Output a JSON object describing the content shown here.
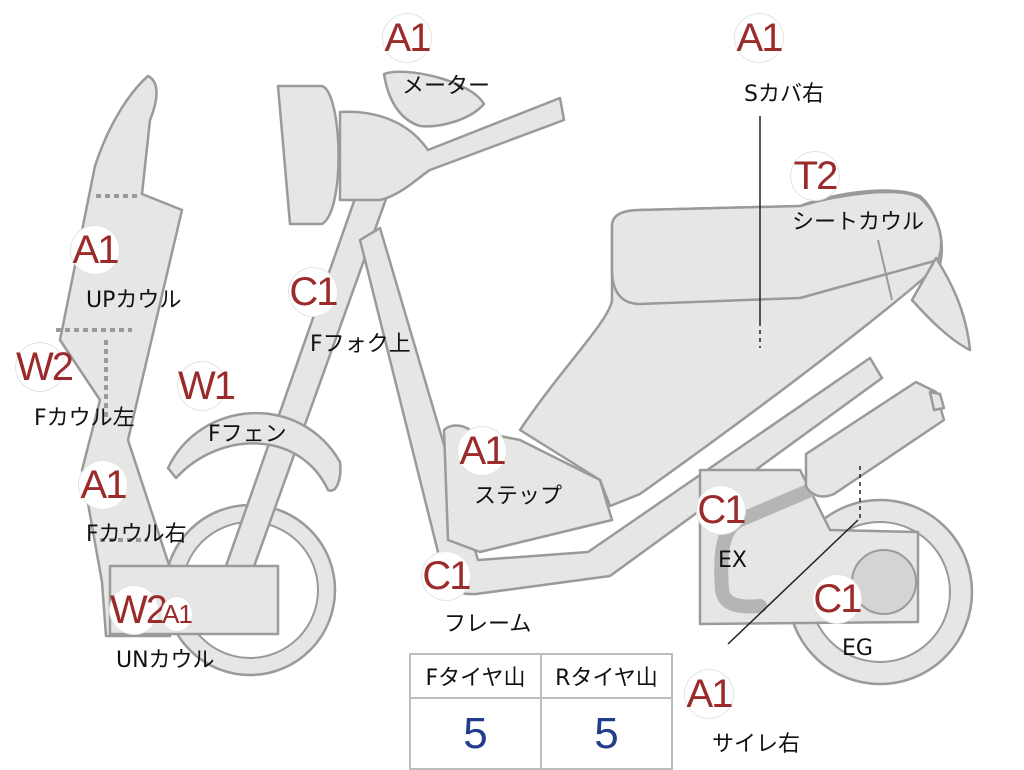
{
  "parts": [
    {
      "grade": "A1",
      "label": "メーター"
    },
    {
      "grade": "A1",
      "label": "Sカバ右"
    },
    {
      "grade": "T2",
      "label": "シートカウル"
    },
    {
      "grade": "A1",
      "label": "UPカウル"
    },
    {
      "grade": "C1",
      "label": "Fフォク上"
    },
    {
      "grade": "W2",
      "label": "Fカウル左"
    },
    {
      "grade": "W1",
      "label": "Fフェン"
    },
    {
      "grade": "A1",
      "label": "ステップ"
    },
    {
      "grade": "A1",
      "label": "Fカウル右"
    },
    {
      "grade": "C1",
      "label": "EX"
    },
    {
      "grade": "C1",
      "label": "フレーム"
    },
    {
      "grade": "C1",
      "label": "EG"
    },
    {
      "grade": "W2",
      "label": "UNカウル"
    },
    {
      "grade": "A1",
      "label": ""
    },
    {
      "grade": "A1",
      "label": "サイレ右"
    }
  ],
  "tire_table": {
    "headers": [
      "Fタイヤ山",
      "Rタイヤ山"
    ],
    "values": [
      "5",
      "5"
    ]
  },
  "colors": {
    "grade_text": "#9b2b2b",
    "tire_value_text": "#223d8c",
    "body_fill": "#e6e6e4",
    "body_stroke": "#9a9a98"
  }
}
